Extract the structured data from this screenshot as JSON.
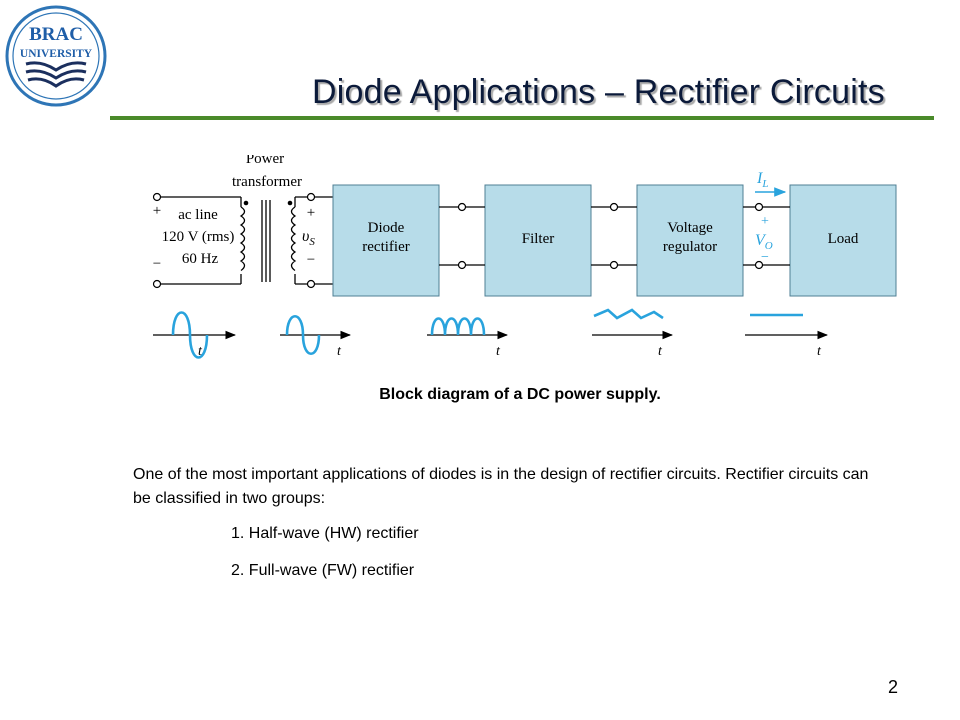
{
  "logo": {
    "text_top": "BRAC",
    "text_bottom": "UNIVERSITY",
    "ring_color": "#2e75b6",
    "text_color": "#1f5ea8",
    "book_color": "#1b2f5e"
  },
  "title": "Diode Applications – Rectifier Circuits",
  "title_rule_color": "#4a8a2a",
  "diagram": {
    "transformer_label_top": "Power",
    "transformer_label": "transformer",
    "plus": "+",
    "minus": "−",
    "input_label_1": "ac line",
    "input_label_2": "120 V (rms)",
    "input_label_3": "60 Hz",
    "secondary_voltage": "υ",
    "secondary_voltage_sub": "S",
    "blocks": {
      "rectifier_line1": "Diode",
      "rectifier_line2": "rectifier",
      "filter": "Filter",
      "regulator_line1": "Voltage",
      "regulator_line2": "regulator",
      "load": "Load"
    },
    "load_current": "I",
    "load_current_sub": "L",
    "output_voltage": "V",
    "output_voltage_sub": "O",
    "time_axis": "t",
    "block_fill": "#b7dce9",
    "accent": "#29a3dd"
  },
  "caption": "Block diagram of a DC power supply.",
  "body_text": "One of the most important applications of diodes is in the design of rectifier circuits. Rectifier circuits can be classified in two groups:",
  "list": [
    "1. Half-wave (HW) rectifier",
    "2. Full-wave (FW) rectifier"
  ],
  "page_number": "2"
}
